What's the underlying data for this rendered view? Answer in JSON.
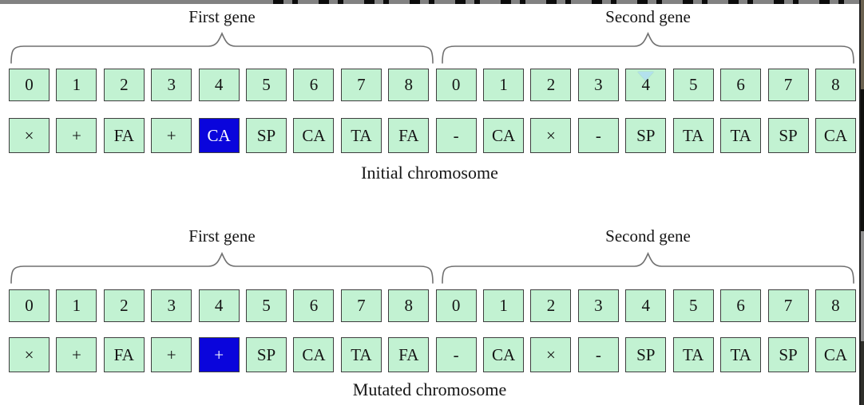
{
  "colors": {
    "cell_fill": "#c2f2d2",
    "cell_border": "#3e3e3e",
    "highlight_fill": "#0a05dc",
    "highlight_text": "#ffffff",
    "text": "#151515",
    "brace": "#707070",
    "cursor_icon": "#b3e1ed",
    "top_strip": "#828282",
    "page_edge": "#1f1f1f"
  },
  "chromosomes": [
    {
      "caption": "Initial chromosome",
      "genes": [
        {
          "label": "First gene",
          "indices": [
            "0",
            "1",
            "2",
            "3",
            "4",
            "5",
            "6",
            "7",
            "8"
          ],
          "values": [
            "×",
            "+",
            "FA",
            "+",
            "CA",
            "SP",
            "CA",
            "TA",
            "FA"
          ],
          "highlight_value_index": 4,
          "cursor_on_index": null
        },
        {
          "label": "Second gene",
          "indices": [
            "0",
            "1",
            "2",
            "3",
            "4",
            "5",
            "6",
            "7",
            "8"
          ],
          "values": [
            "-",
            "CA",
            "×",
            "-",
            "SP",
            "TA",
            "TA",
            "SP",
            "CA"
          ],
          "highlight_value_index": null,
          "cursor_on_index": 4
        }
      ]
    },
    {
      "caption": "Mutated chromosome",
      "genes": [
        {
          "label": "First gene",
          "indices": [
            "0",
            "1",
            "2",
            "3",
            "4",
            "5",
            "6",
            "7",
            "8"
          ],
          "values": [
            "×",
            "+",
            "FA",
            "+",
            "+",
            "SP",
            "CA",
            "TA",
            "FA"
          ],
          "highlight_value_index": 4,
          "cursor_on_index": null
        },
        {
          "label": "Second gene",
          "indices": [
            "0",
            "1",
            "2",
            "3",
            "4",
            "5",
            "6",
            "7",
            "8"
          ],
          "values": [
            "-",
            "CA",
            "×",
            "-",
            "SP",
            "TA",
            "TA",
            "SP",
            "CA"
          ],
          "highlight_value_index": null,
          "cursor_on_index": 4,
          "cursor_on_index_note": null
        }
      ]
    }
  ]
}
